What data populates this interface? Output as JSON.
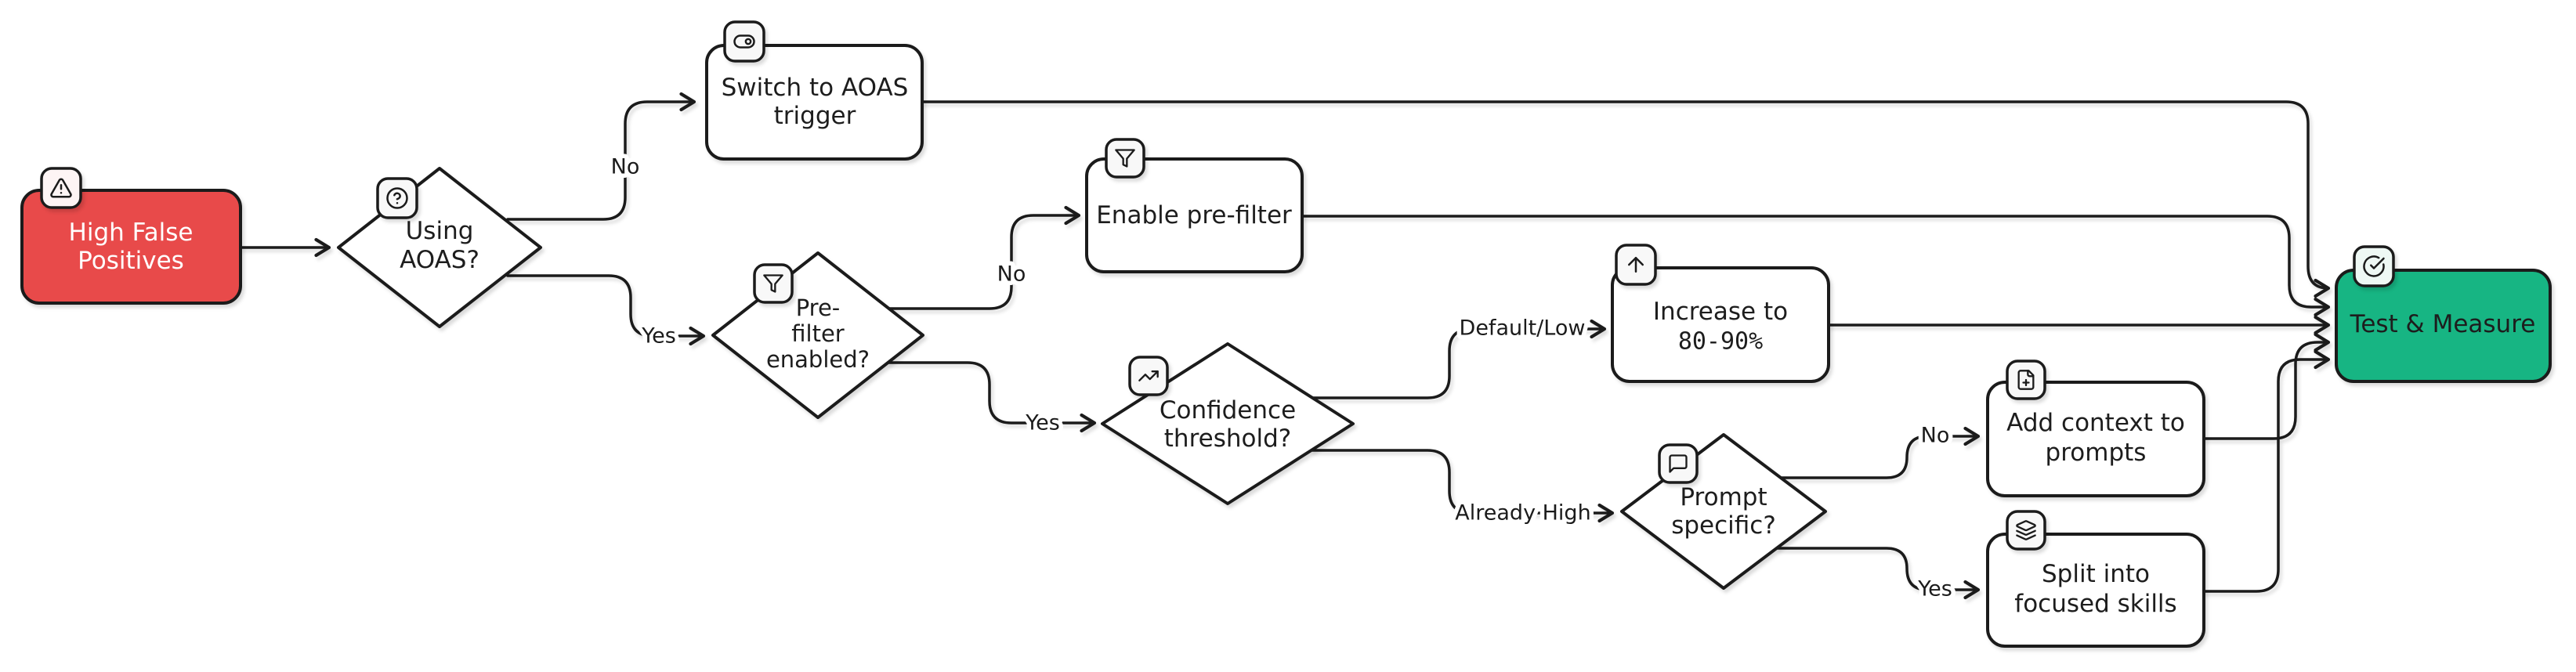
{
  "diagram": {
    "type": "flowchart",
    "background": "#ffffff",
    "colors": {
      "ink": "#1b1b1b",
      "node_fill": "#ffffff",
      "problem_fill": "#e84a4a",
      "problem_text": "#ffffff",
      "success_fill": "#17b583",
      "badge_fill": "#f8f8f8"
    },
    "nodes": {
      "start": {
        "label": "High False Positives",
        "lines": [
          "High False",
          "Positives"
        ],
        "shape": "rectangle",
        "icon": "triangle-alert-icon",
        "fill": "#e84a4a"
      },
      "using_aoas": {
        "label": "Using AOAS?",
        "lines": [
          "Using",
          "AOAS?"
        ],
        "shape": "diamond",
        "icon": "circle-help-icon",
        "fill": "#ffffff"
      },
      "switch_trigger": {
        "label": "Switch to AOAS trigger",
        "lines": [
          "Switch to AOAS",
          "trigger"
        ],
        "shape": "rectangle",
        "icon": "toggle-icon",
        "fill": "#ffffff"
      },
      "prefilter_enabled": {
        "label": "Pre-filter enabled?",
        "lines": [
          "Pre-",
          "filter",
          "enabled?"
        ],
        "shape": "diamond",
        "icon": "filter-icon",
        "fill": "#ffffff"
      },
      "enable_prefilter": {
        "label": "Enable pre-filter",
        "lines": [
          "Enable pre-filter"
        ],
        "shape": "rectangle",
        "icon": "filter-icon",
        "fill": "#ffffff"
      },
      "confidence_threshold": {
        "label": "Confidence threshold?",
        "lines": [
          "Confidence",
          "threshold?"
        ],
        "shape": "diamond",
        "icon": "trending-up-icon",
        "fill": "#ffffff"
      },
      "increase_threshold": {
        "label": "Increase to 80-90%",
        "lines": [
          "Increase to",
          "80-90%"
        ],
        "shape": "rectangle",
        "icon": "arrow-up-icon",
        "fill": "#ffffff"
      },
      "prompt_specific": {
        "label": "Prompt specific?",
        "lines": [
          "Prompt",
          "specific?"
        ],
        "shape": "diamond",
        "icon": "message-square-icon",
        "fill": "#ffffff"
      },
      "add_context": {
        "label": "Add context to prompts",
        "lines": [
          "Add context to",
          "prompts"
        ],
        "shape": "rectangle",
        "icon": "file-plus-icon",
        "fill": "#ffffff"
      },
      "split_skills": {
        "label": "Split into focused skills",
        "lines": [
          "Split into",
          "focused skills"
        ],
        "shape": "rectangle",
        "icon": "layers-icon",
        "fill": "#ffffff"
      },
      "test_measure": {
        "label": "Test & Measure",
        "lines": [
          "Test & Measure"
        ],
        "shape": "rectangle",
        "icon": "circle-check-icon",
        "fill": "#17b583"
      }
    },
    "edges": {
      "start_to_using": {
        "from": "start",
        "to": "using_aoas",
        "label": ""
      },
      "using_no": {
        "from": "using_aoas",
        "to": "switch_trigger",
        "label": "No"
      },
      "using_yes": {
        "from": "using_aoas",
        "to": "prefilter_enabled",
        "label": "Yes"
      },
      "prefilter_no": {
        "from": "prefilter_enabled",
        "to": "enable_prefilter",
        "label": "No"
      },
      "prefilter_yes": {
        "from": "prefilter_enabled",
        "to": "confidence_threshold",
        "label": "Yes"
      },
      "confidence_default_low": {
        "from": "confidence_threshold",
        "to": "increase_threshold",
        "label": "Default/Low"
      },
      "confidence_already_high": {
        "from": "confidence_threshold",
        "to": "prompt_specific",
        "label": "Already High"
      },
      "prompt_no": {
        "from": "prompt_specific",
        "to": "add_context",
        "label": "No"
      },
      "prompt_yes": {
        "from": "prompt_specific",
        "to": "split_skills",
        "label": "Yes"
      },
      "switch_to_test": {
        "from": "switch_trigger",
        "to": "test_measure",
        "label": ""
      },
      "enable_to_test": {
        "from": "enable_prefilter",
        "to": "test_measure",
        "label": ""
      },
      "increase_to_test": {
        "from": "increase_threshold",
        "to": "test_measure",
        "label": ""
      },
      "add_context_to_test": {
        "from": "add_context",
        "to": "test_measure",
        "label": ""
      },
      "split_to_test": {
        "from": "split_skills",
        "to": "test_measure",
        "label": ""
      }
    }
  }
}
